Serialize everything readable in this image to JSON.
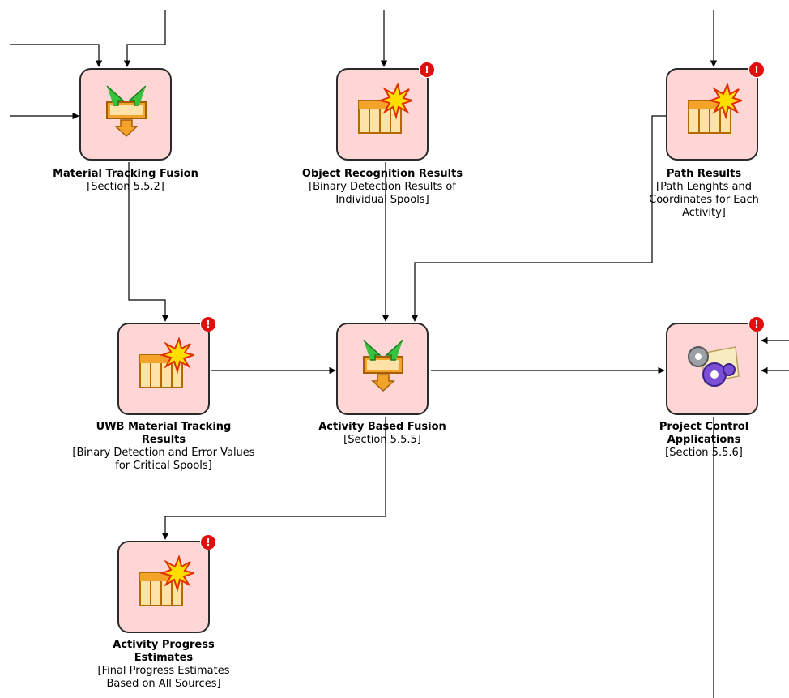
{
  "nodes": {
    "material_tracking_fusion": {
      "title": "Material Tracking Fusion",
      "subtitle": "[Section 5.5.2]",
      "icon": "fusion-icon",
      "alert": false
    },
    "object_recognition_results": {
      "title": "Object Recognition Results",
      "subtitle": "[Binary Detection Results of Individual Spools]",
      "icon": "results-table-icon",
      "alert": true
    },
    "path_results": {
      "title": "Path Results",
      "subtitle": "[Path Lenghts and Coordinates for Each Activity]",
      "icon": "results-table-icon",
      "alert": true
    },
    "uwb_material_tracking_results": {
      "title": "UWB Material Tracking Results",
      "subtitle": "[Binary Detection and Error Values for Critical Spools]",
      "icon": "results-table-icon",
      "alert": true
    },
    "activity_based_fusion": {
      "title": "Activity Based Fusion",
      "subtitle": "[Section 5.5.5]",
      "icon": "fusion-icon",
      "alert": false
    },
    "project_control_applications": {
      "title": "Project Control Applications",
      "subtitle": "[Section 5.5.6]",
      "icon": "gears-application-icon",
      "alert": true
    },
    "activity_progress_estimates": {
      "title": "Activity Progress Estimates",
      "subtitle": "[Final Progress Estimates Based on All Sources]",
      "icon": "results-table-icon",
      "alert": true
    }
  },
  "alert_symbol": "!",
  "colors": {
    "node_fill": "#ffd6d6",
    "node_border": "#2a2a2a",
    "alert_badge": "#e10e0e",
    "connector": "#000000"
  }
}
